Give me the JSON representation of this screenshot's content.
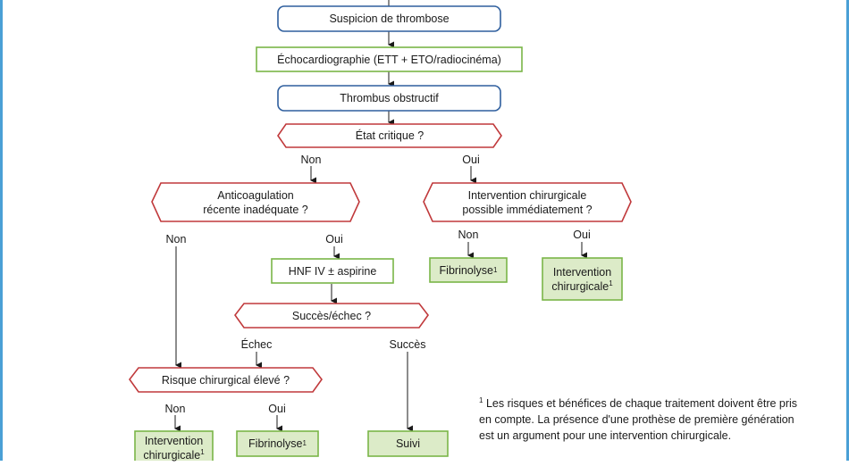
{
  "nodes": {
    "suspicion": "Suspicion de thrombose",
    "echo": "Échocardiographie (ETT + ETO/radiocinéma)",
    "obstructive": "Thrombus obstructif",
    "critical": "État critique ?",
    "anticoag_l1": "Anticoagulation",
    "anticoag_l2": "récente inadéquate ?",
    "surgery_possible_l1": "Intervention chirurgicale",
    "surgery_possible_l2": "possible immédiatement ?",
    "fibrinolysis_right": "Fibrinolyse",
    "surgery_right_l1": "Intervention",
    "surgery_right_l2": "chirurgicale",
    "hnf": "HNF IV ± aspirine",
    "success_failure": "Succès/échec ?",
    "surgical_risk": "Risque chirurgical élevé ?",
    "surgery_bottom_l1": "Intervention",
    "surgery_bottom_l2": "chirurgicale",
    "fibrinolysis_bottom": "Fibrinolyse",
    "followup": "Suivi"
  },
  "edges": {
    "critical_no": "Non",
    "critical_yes": "Oui",
    "anticoag_no": "Non",
    "anticoag_yes": "Oui",
    "surgery_no": "Non",
    "surgery_yes": "Oui",
    "failure": "Échec",
    "success": "Succès",
    "risk_no": "Non",
    "risk_yes": "Oui"
  },
  "footnote": {
    "marker": "1",
    "text": "Les risques et bénéfices de chaque traitement doivent être pris en compte. La présence d'une prothèse de première génération est un argument pour une intervention chirurgicale."
  },
  "colors": {
    "blue": "#2f5f9e",
    "red": "#c0393b",
    "green": "#7ab648",
    "green_fill": "#dcebc8",
    "frame": "#4aa0d6"
  }
}
